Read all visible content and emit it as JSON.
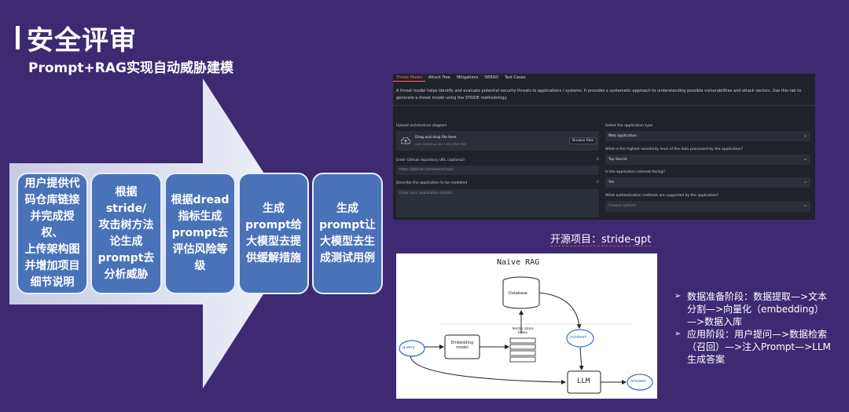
{
  "slide": {
    "title": "安全评审",
    "subtitle": "Prompt+RAG实现自动威胁建模"
  },
  "steps": [
    {
      "text": "用户提供代\n码仓库链接\n并完成授权、\n上传架构图\n并增加项目\n细节说明"
    },
    {
      "text": "根据stride/\n攻击树方法\n论生成\nprompt去\n分析威胁"
    },
    {
      "text": "根据dread\n指标生成\nprompt去\n评估风险等\n级"
    },
    {
      "text": "生成\nprompt给\n大模型去提\n供缓解措施"
    },
    {
      "text": "生成\nprompt让\n大模型去生\n成测试用例"
    }
  ],
  "screenshot": {
    "tabs": [
      "Threat Model",
      "Attack Tree",
      "Mitigations",
      "DREAD",
      "Test Cases"
    ],
    "description": "A threat model helps identify and evaluate potential security threats to applications / systems. It provides a systematic approach to understanding possible vulnerabilities and attack vectors. Use this tab to generate a threat model using the STRIDE methodology.",
    "upload_label": "Upload architecture diagram",
    "upload_title": "Drag and drop file here",
    "upload_limit": "Limit 200MB per file • JPG, JPEG, PNG",
    "browse_label": "Browse files",
    "github_label": "Enter GitHub repository URL (optional)",
    "github_placeholder": "https://github.com/owner/repo",
    "describe_label": "Describe the application to be modelled",
    "describe_placeholder": "Enter your application details...",
    "app_type_label": "Select the application type",
    "app_type_value": "Web application",
    "sensitivity_label": "What is the highest sensitivity level of the data processed by the application?",
    "sensitivity_value": "Top Secret",
    "internet_label": "Is the application internet-facing?",
    "internet_value": "Yes",
    "auth_label": "What authentication methods are supported by the application?",
    "auth_placeholder": "Choose options"
  },
  "caption": "开源项目：stride-gpt",
  "rag_diagram": {
    "title": "Naive RAG",
    "database": "Database",
    "vector_store": "Vector store\nIndex",
    "embedding": "Embedding\nmodel",
    "query": "query",
    "context": "context",
    "llm": "LLM",
    "answer": "answer"
  },
  "bullets": [
    {
      "text": "数据准备阶段：数据提取—>文本分割—>向量化（embedding）—>数据入库"
    },
    {
      "text": "应用阶段：用户提问—>数据检索（召回）—>注入Prompt—>LLM生成答案"
    }
  ],
  "icons": {
    "bullet": "arrow-bullet-icon",
    "upload": "cloud-upload-icon",
    "dropdown": "chevron-down-icon",
    "help": "help-circle-icon"
  },
  "colors": {
    "background": "#3d2a73",
    "box": "#4a72b8",
    "accent": "#ff6b6b"
  }
}
